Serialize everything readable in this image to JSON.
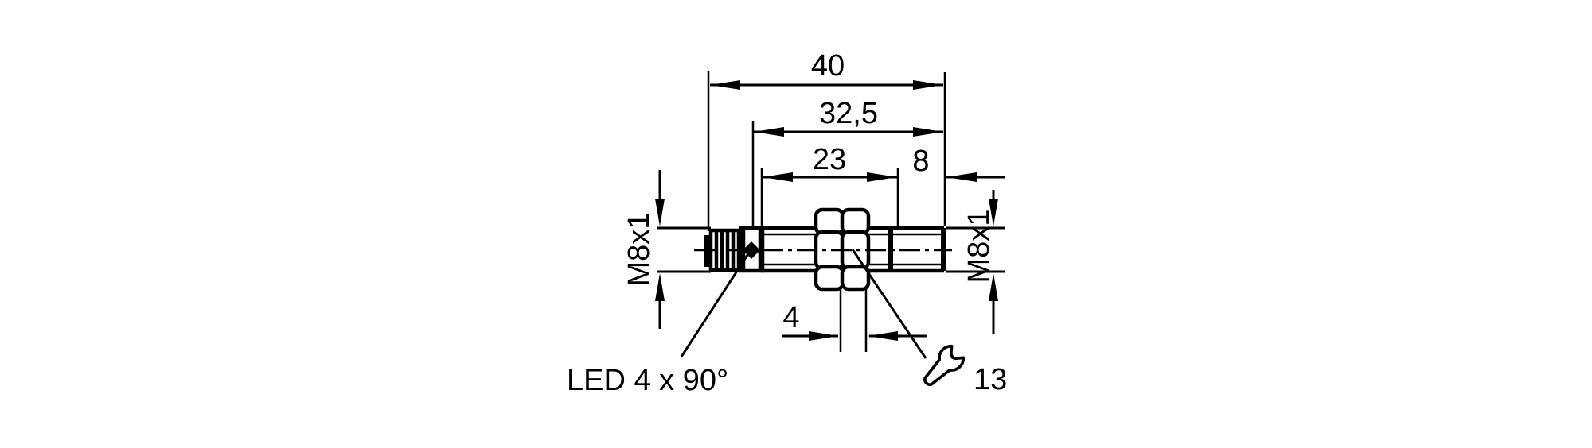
{
  "colors": {
    "background": "#ffffff",
    "line": "#000000"
  },
  "dimensions": {
    "overall_length": "40",
    "housing_length": "32,5",
    "barrel_length": "23",
    "tip_length": "8",
    "nut_thickness": "4",
    "wrench_size": "13",
    "connector_thread": "M8x1",
    "sensing_thread": "M8x1"
  },
  "labels": {
    "led": "LED 4 x 90°"
  }
}
